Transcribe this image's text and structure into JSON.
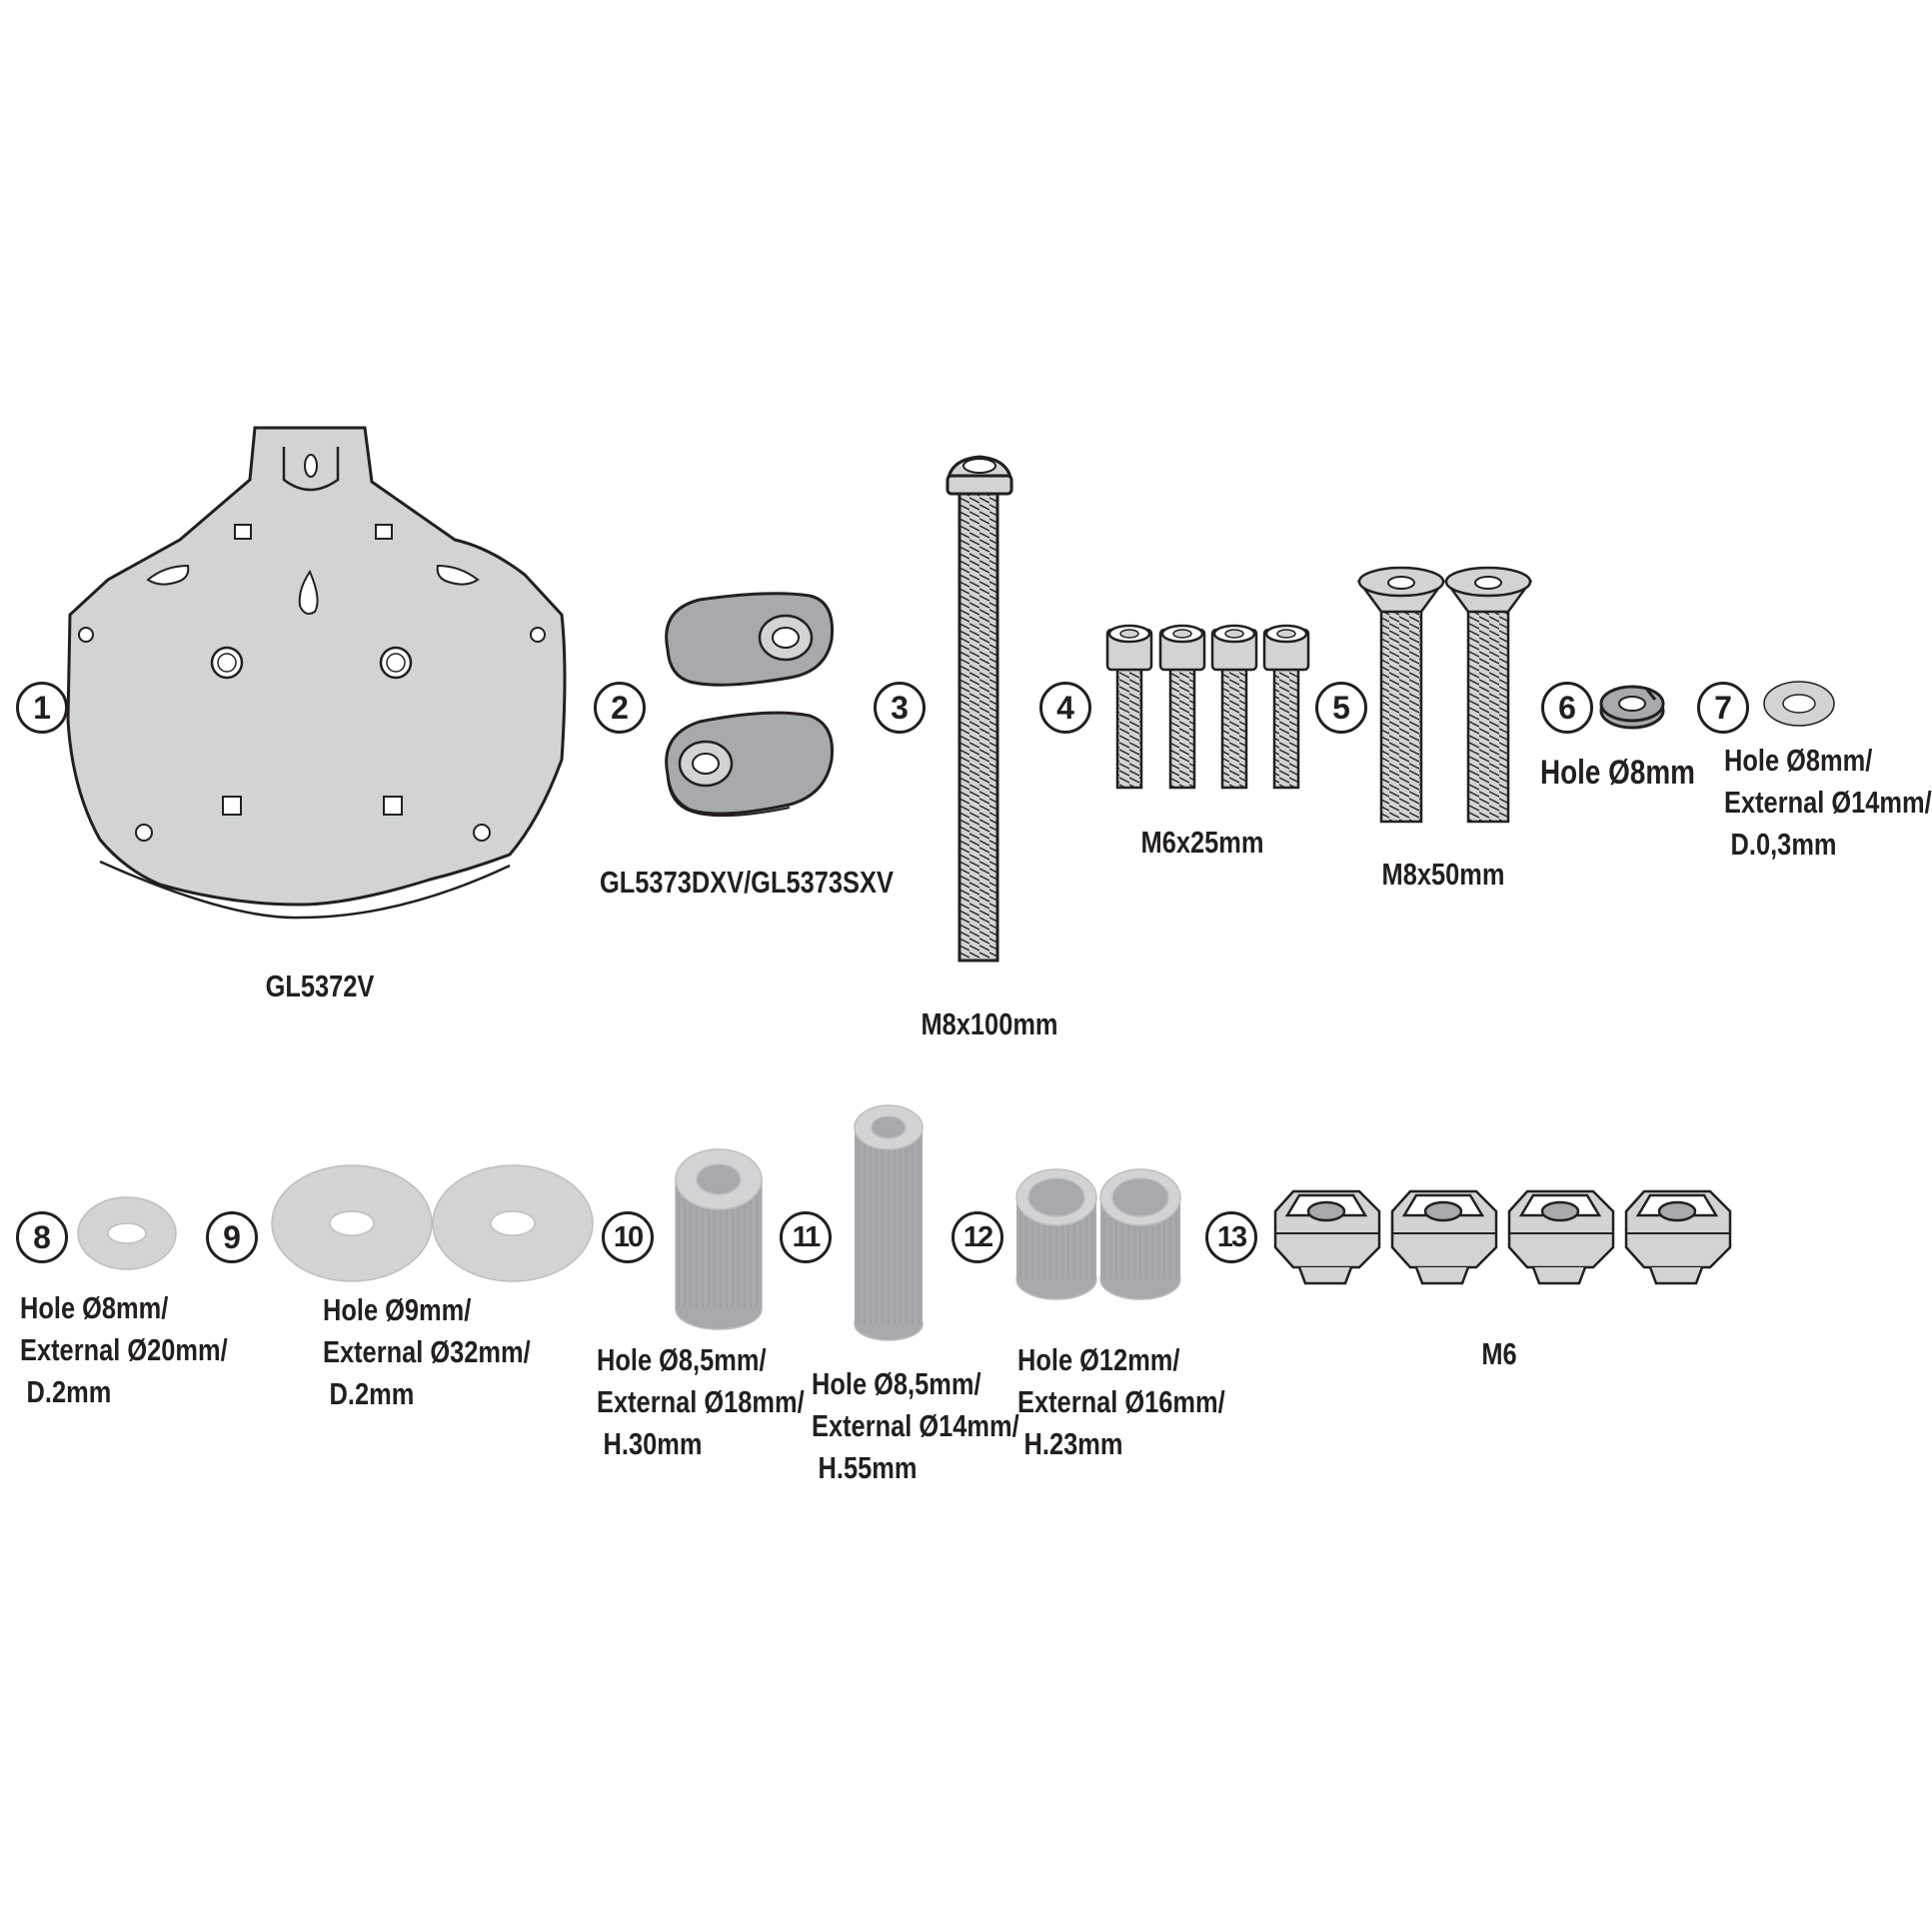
{
  "parts": [
    {
      "num": "1",
      "lines": [
        "GL5372V"
      ]
    },
    {
      "num": "2",
      "lines": [
        "GL5373DXV/GL5373SXV"
      ]
    },
    {
      "num": "3",
      "lines": [
        "M8x100mm"
      ]
    },
    {
      "num": "4",
      "lines": [
        "M6x25mm"
      ]
    },
    {
      "num": "5",
      "lines": [
        "M8x50mm"
      ]
    },
    {
      "num": "6",
      "lines": [
        "Hole Ø8mm"
      ]
    },
    {
      "num": "7",
      "lines": [
        "Hole Ø8mm/",
        "External Ø14mm/",
        "D.0,3mm"
      ]
    },
    {
      "num": "8",
      "lines": [
        "Hole Ø8mm/",
        "External Ø20mm/",
        "D.2mm"
      ]
    },
    {
      "num": "9",
      "lines": [
        "Hole Ø9mm/",
        "External Ø32mm/",
        "D.2mm"
      ]
    },
    {
      "num": "10",
      "lines": [
        "Hole Ø8,5mm/",
        "External Ø18mm/",
        "H.30mm"
      ]
    },
    {
      "num": "11",
      "lines": [
        "Hole Ø8,5mm/",
        "External Ø14mm/",
        "H.55mm"
      ]
    },
    {
      "num": "12",
      "lines": [
        "Hole Ø12mm/",
        "External Ø16mm/",
        "H.23mm"
      ]
    },
    {
      "num": "13",
      "lines": [
        "M6"
      ]
    }
  ],
  "colors": {
    "outline": "#231f20",
    "part_fill": "#d1d3d4",
    "dark_fill": "#a7a9ac",
    "background": "#ffffff"
  }
}
